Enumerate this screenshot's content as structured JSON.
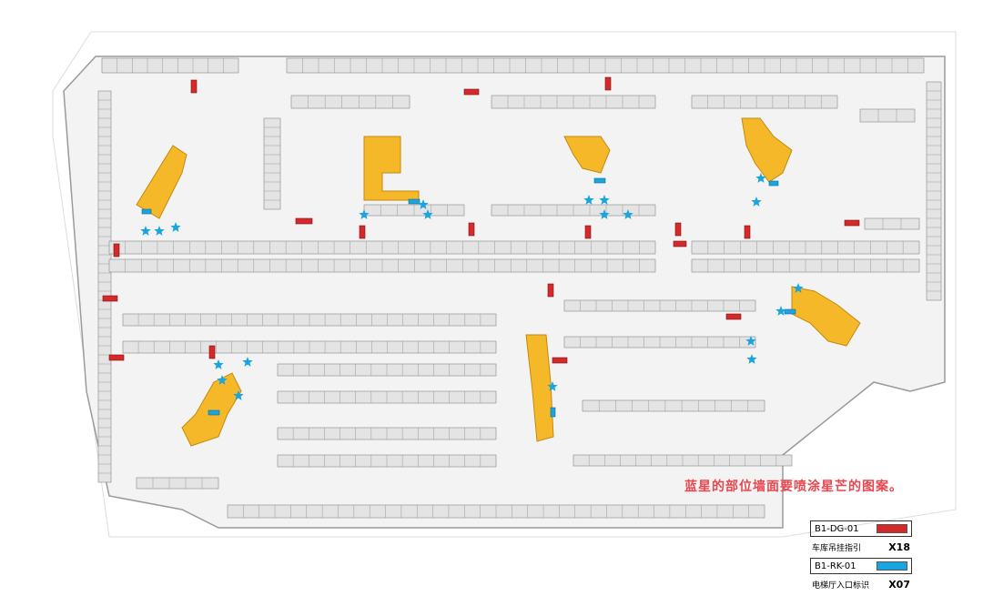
{
  "note": "蓝星的部位墙面要喷涂星芒的图案。",
  "legend": [
    {
      "code": "B1-DG-01",
      "desc": "车库吊挂指引",
      "count": "X18",
      "color": "#d42a2a"
    },
    {
      "code": "B1-RK-01",
      "desc": "电梯厅入口标识",
      "count": "X07",
      "color": "#1ba5de"
    }
  ],
  "colors": {
    "building": "#f5b829",
    "star": "#1ba5de",
    "sign_red": "#d42a2a",
    "sign_blue": "#1ba5de",
    "parking": "#e4e4e4",
    "road": "#ffffff"
  },
  "icons": [
    "star-marker-icon",
    "red-hanging-sign-icon",
    "blue-entrance-sign-icon"
  ]
}
